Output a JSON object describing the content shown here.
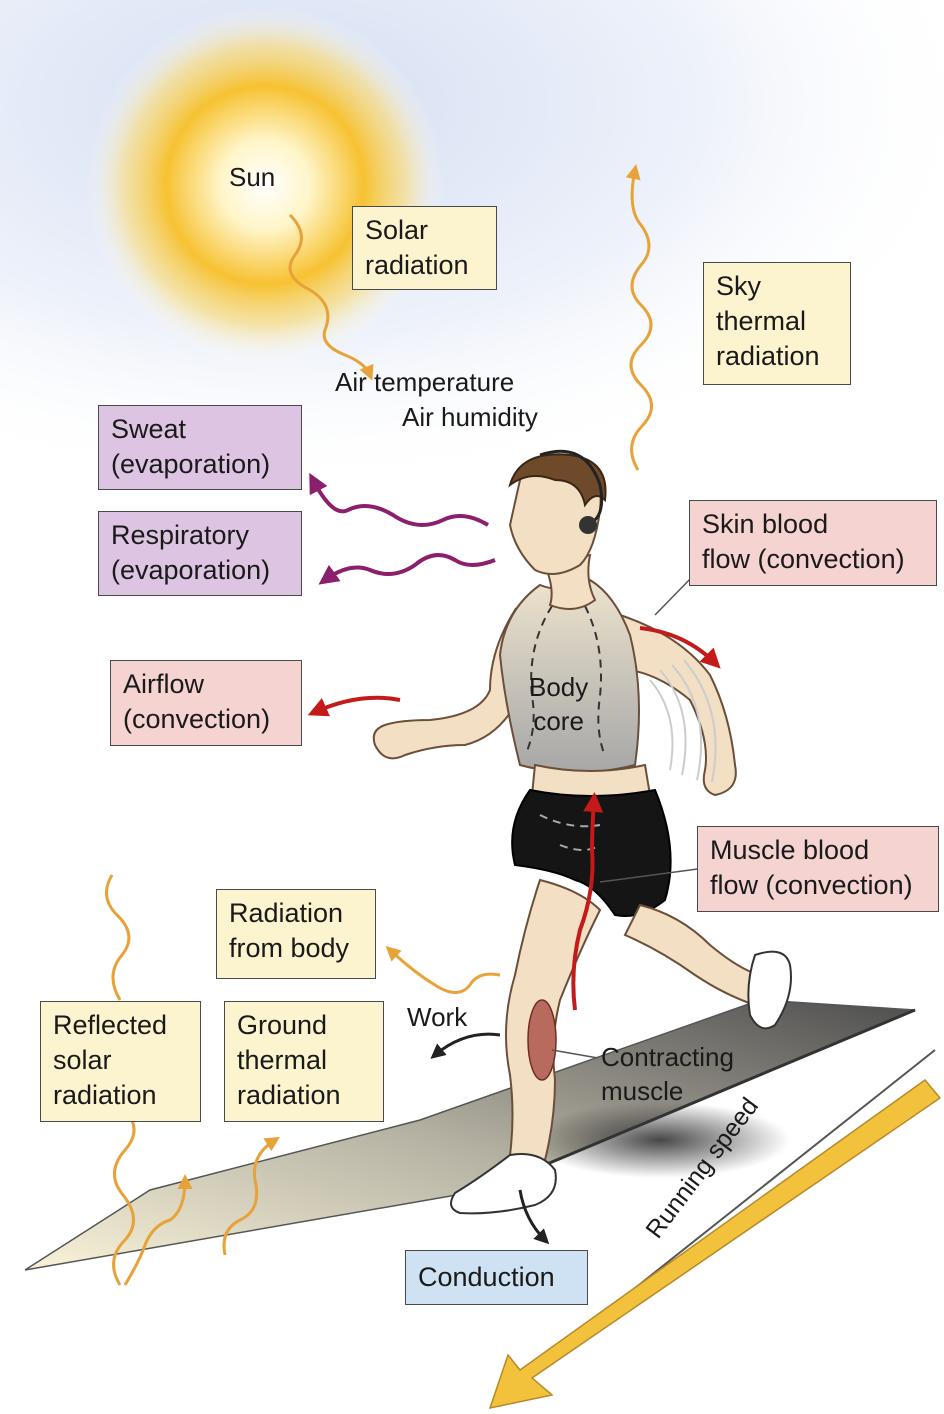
{
  "labels": {
    "sun": "Sun",
    "solar_radiation": "Solar\nradiation",
    "air_temperature": "Air temperature",
    "air_humidity": "Air humidity",
    "sky_thermal_radiation": "Sky\nthermal\nradiation",
    "sweat": "Sweat\n(evaporation)",
    "respiratory": "Respiratory\n(evaporation)",
    "skin_blood_flow": "Skin blood\nflow (convection)",
    "airflow": "Airflow\n(convection)",
    "body_core": "Body\ncore",
    "muscle_blood_flow": "Muscle blood\nflow (convection)",
    "radiation_from_body": "Radiation\nfrom body",
    "work": "Work",
    "reflected_solar_radiation": "Reflected\nsolar\nradiation",
    "ground_thermal_radiation": "Ground\nthermal\nradiation",
    "contracting_muscle": "Contracting\nmuscle",
    "conduction": "Conduction",
    "running_speed": "Running speed"
  },
  "colors": {
    "radiation_arrow": "#e8a23a",
    "evaporation_arrow": "#8b1f6b",
    "convection_arrow": "#c41a1a",
    "work_arrow": "#222222",
    "speed_arrow": "#f2c23c"
  }
}
